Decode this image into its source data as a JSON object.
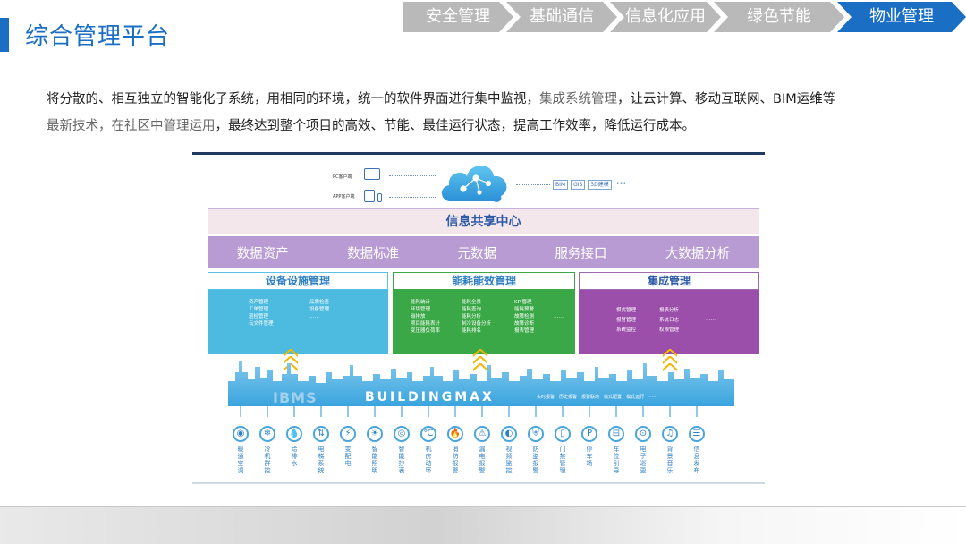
{
  "header": {
    "title": "综合管理平台",
    "tabs": [
      {
        "label": "安全管理",
        "active": false
      },
      {
        "label": "基础通信",
        "active": false
      },
      {
        "label": "信息化应用",
        "active": false
      },
      {
        "label": "绿色节能",
        "active": false
      },
      {
        "label": "物业管理",
        "active": true
      }
    ]
  },
  "description": {
    "line1_a": "将分散的、相互独立的智能化子系统，用相同的环境，统一的软件界面进行集中监视，",
    "line1_b": "集成系统管理",
    "line1_c": "，让云计算、移动互联网、BIM运维等",
    "line2_a": "最新技术，",
    "line2_b": "在社区中管理运用",
    "line2_c": "，最终达到整个项目的高效、节能、最佳运行状态，提高工作效率，降低运行成本。"
  },
  "diagram": {
    "clients": {
      "pc": "PC客户端",
      "app": "APP客户端"
    },
    "chips": [
      "BIM",
      "GIS",
      "3D建模",
      "•••"
    ],
    "share_center": "信息共享中心",
    "data_layer": [
      "数据资产",
      "数据标准",
      "元数据",
      "服务接口",
      "大数据分析"
    ],
    "panels": {
      "facility": {
        "title": "设备设施管理",
        "col1": [
          "资产管理",
          "工单管理",
          "巡检管理",
          "云文件管理"
        ],
        "col2": [
          "品质检查",
          "设备管理",
          "……"
        ]
      },
      "energy": {
        "title": "能耗能效管理",
        "col1": [
          "能耗统计",
          "环境管理",
          "碳排放",
          "项目能耗表计",
          "变压器负荷率"
        ],
        "col2": [
          "能耗全景",
          "能耗查询",
          "能耗分析",
          "制冷设备分析",
          "能耗排名"
        ],
        "col3": [
          "KPI管理",
          "能耗预警",
          "故障检测",
          "故障诊断",
          "报表管理"
        ],
        "col4": [
          "……"
        ]
      },
      "integration": {
        "title": "集成管理",
        "col1": [
          "模式管理",
          "报警管理",
          "系统监控"
        ],
        "col2": [
          "报表分析",
          "系统日志",
          "权限管理"
        ],
        "col3": [
          "……"
        ]
      }
    },
    "ibms": "IBMS",
    "buildingmax": "BUILDINGMAX",
    "alarms": [
      "实时报警",
      "历史报警",
      "报警联动",
      "模式配置",
      "模式运行",
      "……"
    ],
    "devices": [
      {
        "icon": "◉",
        "label": "暖通空调"
      },
      {
        "icon": "❄",
        "label": "冷机群控"
      },
      {
        "icon": "💧",
        "label": "给排水"
      },
      {
        "icon": "⇅",
        "label": "电梯系统"
      },
      {
        "icon": "⚡",
        "label": "变配电"
      },
      {
        "icon": "☀",
        "label": "智能照明"
      },
      {
        "icon": "◎",
        "label": "智能抄表"
      },
      {
        "icon": "℃",
        "label": "机房动环"
      },
      {
        "icon": "🔥",
        "label": "消防报警"
      },
      {
        "icon": "⚠",
        "label": "漏电报警"
      },
      {
        "icon": "◐",
        "label": "视频监控"
      },
      {
        "icon": "⛨",
        "label": "防盗报警"
      },
      {
        "icon": "▯",
        "label": "门禁管理"
      },
      {
        "icon": "P",
        "label": "停车场"
      },
      {
        "icon": "⊟",
        "label": "车位引导"
      },
      {
        "icon": "⊙",
        "label": "电子巡更"
      },
      {
        "icon": "♫",
        "label": "背景音乐"
      },
      {
        "icon": "☰",
        "label": "信息发布"
      }
    ]
  },
  "colors": {
    "brand_blue": "#1a6fc4",
    "tab_inactive": "#b9b9b9",
    "band_purple": "#b99bd4",
    "panel_blue": "#4dbbe0",
    "panel_green": "#3aa846",
    "panel_purple": "#9b4faa",
    "chevron_yellow": "#f6b600"
  }
}
